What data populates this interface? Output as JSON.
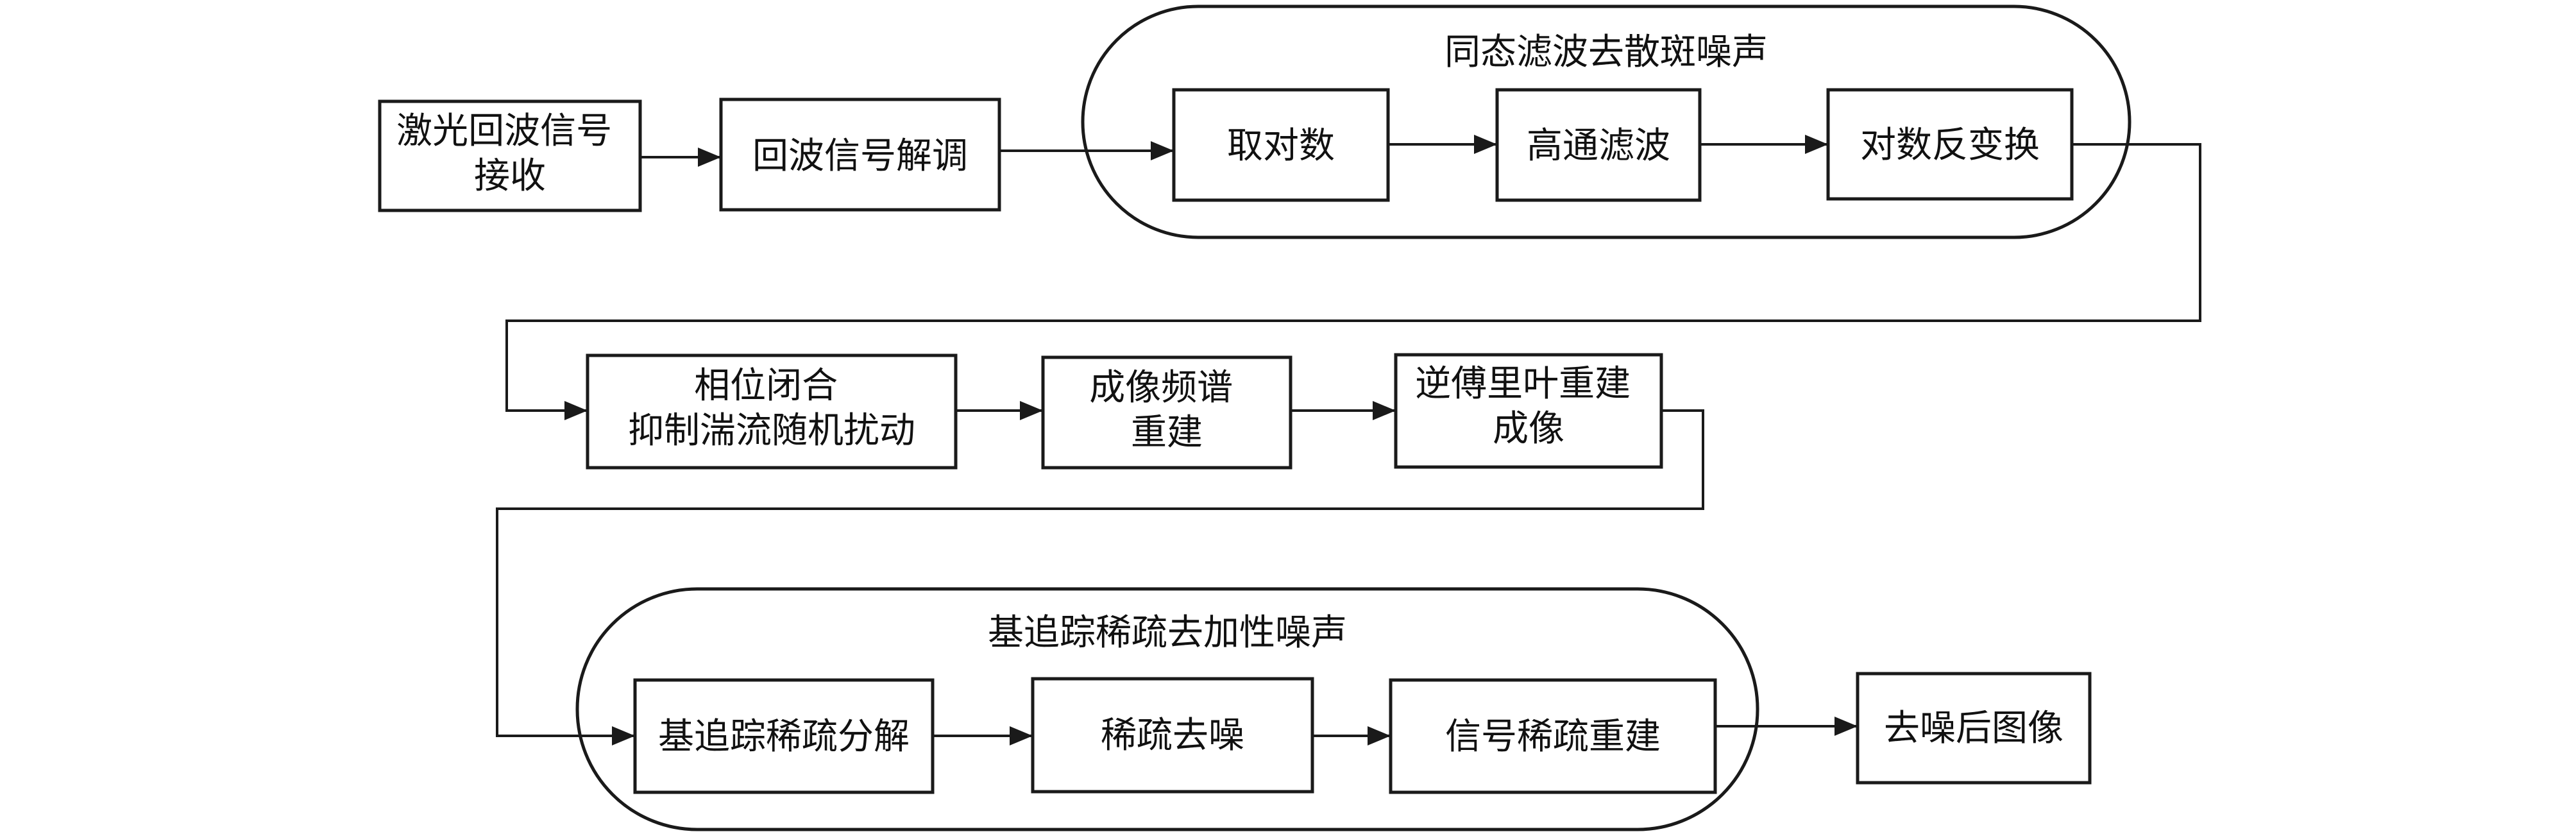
{
  "diagram": {
    "groups": [
      {
        "id": "homomorphic",
        "title": "同态滤波去散斑噪声"
      },
      {
        "id": "basis-pursuit",
        "title": "基追踪稀疏去加性噪声"
      }
    ],
    "nodes": [
      {
        "id": "laser-echo-receive",
        "lines": [
          "激光回波信号",
          "接收"
        ]
      },
      {
        "id": "echo-demodulation",
        "lines": [
          "回波信号解调"
        ]
      },
      {
        "id": "take-logarithm",
        "lines": [
          "取对数"
        ]
      },
      {
        "id": "highpass-filter",
        "lines": [
          "高通滤波"
        ]
      },
      {
        "id": "inverse-log-transform",
        "lines": [
          "对数反变换"
        ]
      },
      {
        "id": "phase-closure",
        "lines": [
          "相位闭合",
          "抑制湍流随机扰动"
        ]
      },
      {
        "id": "spectrum-reconstruction",
        "lines": [
          "成像频谱",
          "重建"
        ]
      },
      {
        "id": "inverse-fourier",
        "lines": [
          "逆傅里叶重建",
          "成像"
        ]
      },
      {
        "id": "sparse-decomposition",
        "lines": [
          "基追踪稀疏分解"
        ]
      },
      {
        "id": "sparse-denoise",
        "lines": [
          "稀疏去噪"
        ]
      },
      {
        "id": "sparse-signal-reconstruction",
        "lines": [
          "信号稀疏重建"
        ]
      },
      {
        "id": "denoised-image",
        "lines": [
          "去噪后图像"
        ]
      }
    ],
    "colors": {
      "stroke": "#1a1a1a",
      "text": "#111111",
      "background": "#ffffff"
    }
  }
}
